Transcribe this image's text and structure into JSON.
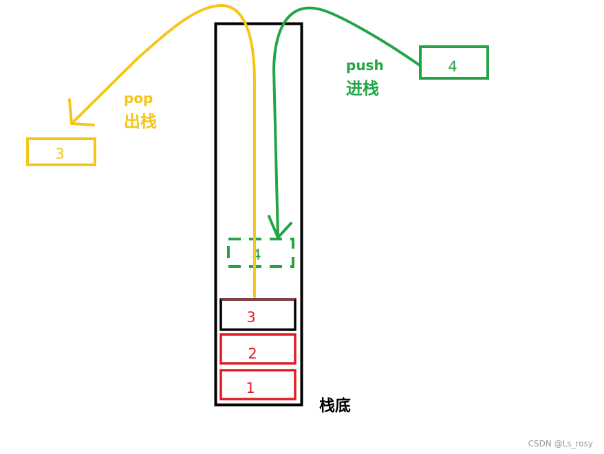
{
  "colors": {
    "stack": "#000000",
    "pop": "#F5C518",
    "push": "#22A545",
    "element": "#E21B23",
    "watermark": "#9a9a9a"
  },
  "stack": {
    "bottom_label": "栈底",
    "elements": [
      {
        "value": "3",
        "role": "top"
      },
      {
        "value": "2",
        "role": "middle"
      },
      {
        "value": "1",
        "role": "bottom"
      }
    ],
    "incoming_slot": "4"
  },
  "pop": {
    "label_en": "pop",
    "label_zh": "出栈",
    "popped_value": "3"
  },
  "push": {
    "label_en": "push",
    "label_zh": "进栈",
    "pushed_value": "4"
  },
  "watermark": "CSDN @Ls_rosy"
}
